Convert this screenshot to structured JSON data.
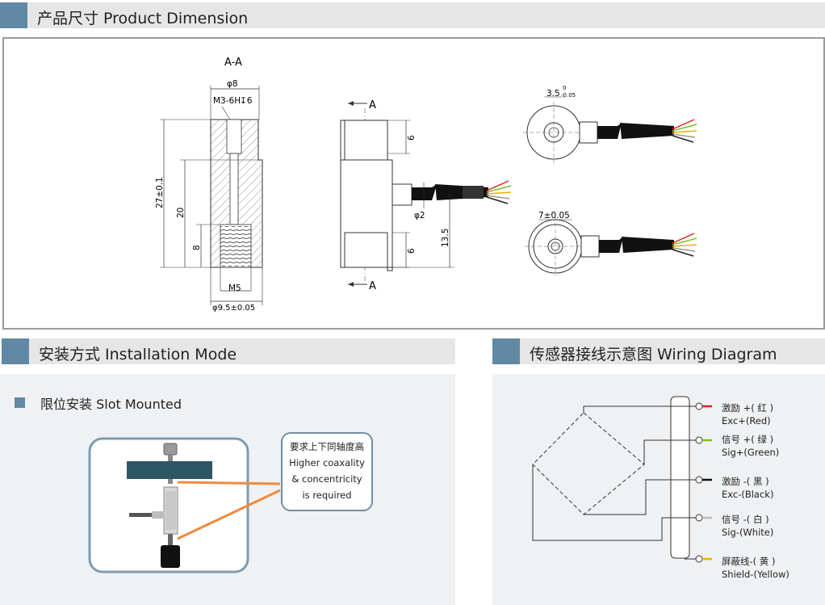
{
  "sections": {
    "dimension_title": "产品尺寸 Product Dimension",
    "installation_title": "安装方式 Installation Mode",
    "wiring_title": "传感器接线示意图  Wiring Diagram"
  },
  "dimension": {
    "section_label": "A-A",
    "cut_marker": "A",
    "labels": {
      "phi8": "φ8",
      "thread_top": "M3-6H",
      "depth_symbol": "↧6",
      "height_total": "27±0.1",
      "h20": "20",
      "h8": "8",
      "thread_bottom": "M5",
      "phi95": "φ9.5±0.05",
      "side6_top": "6",
      "side6_bottom": "6",
      "phi2": "φ2",
      "h135": "13.5",
      "top35": "3.5",
      "top35_tol_upper": "0",
      "top35_tol_lower": "-0.05",
      "bottom7": "7±0.05"
    }
  },
  "installation": {
    "mode_label": "限位安装 Slot Mounted",
    "note_lines": [
      "要求上下同轴度高",
      "Higher coaxality",
      "& concentricity",
      "is required"
    ]
  },
  "wiring": {
    "wires": [
      {
        "cn": "激励 +( 红 )",
        "en": "Exc+(Red)",
        "color": "#e02020"
      },
      {
        "cn": "信号 +( 绿 )",
        "en": "Sig+(Green)",
        "color": "#7fbf2a"
      },
      {
        "cn": "激励 -( 黑 )",
        "en": "Exc-(Black)",
        "color": "#111111"
      },
      {
        "cn": "信号 -( 白 )",
        "en": "Sig-(White)",
        "color": "#ffffff"
      },
      {
        "cn": "屏蔽线-( 黄 )",
        "en": "Shield-(Yellow)",
        "color": "#f0b000"
      }
    ]
  },
  "colors": {
    "accent": "#6189a3",
    "header_bg": "#e6e6e6",
    "panel_bg": "#eff1f3",
    "arrow": "#f08a3c",
    "mount_bar": "#2d5566"
  }
}
